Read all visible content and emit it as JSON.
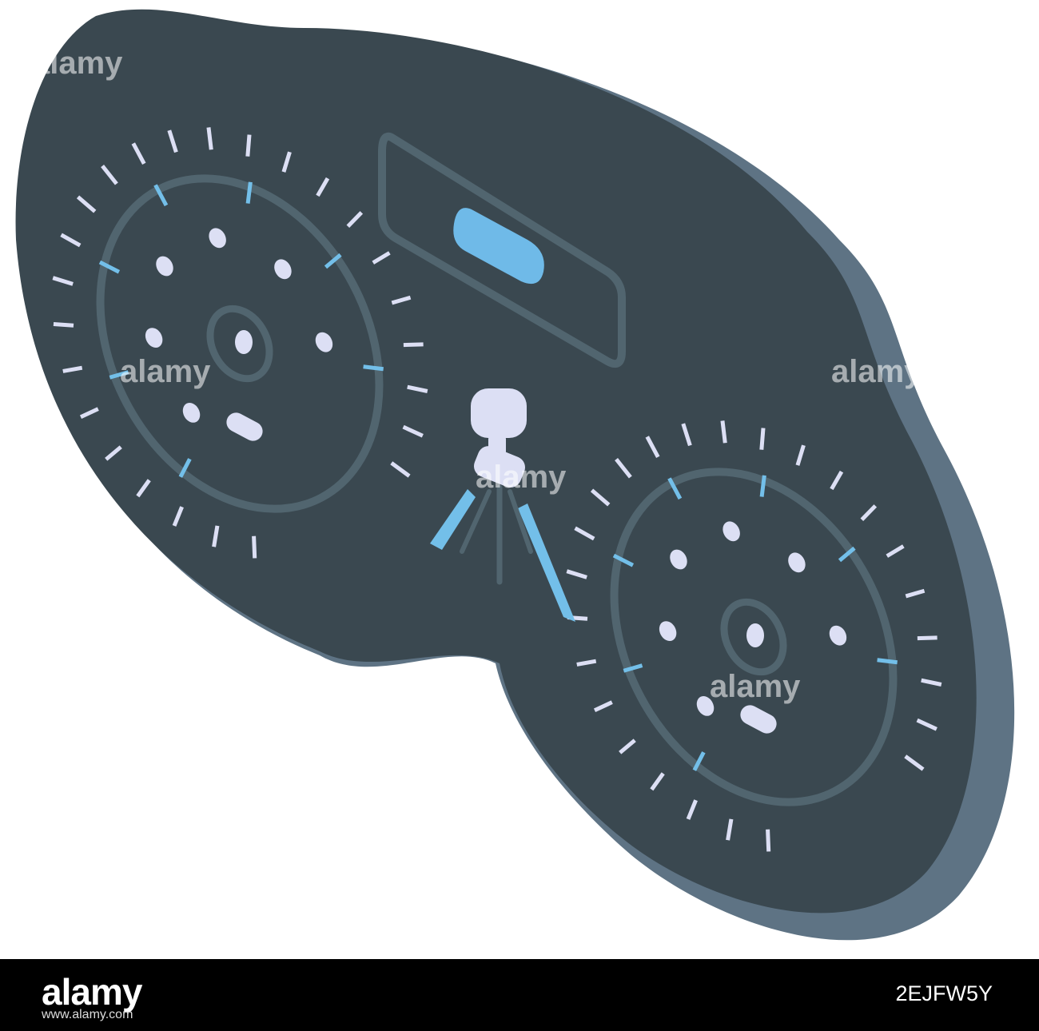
{
  "watermark": {
    "text": "alamy"
  },
  "footer": {
    "brand": "alamy",
    "image_id": "2EJFW5Y",
    "url": "www.alamy.com"
  },
  "icons": [
    "dashboard-panel-icon",
    "speedometer-icon",
    "tachometer-icon",
    "display-screen-icon",
    "tripod-camera-icon"
  ],
  "colors": {
    "panel_face": "#3a4850",
    "panel_edge": "#5e7384",
    "dial_ring": "#51656f",
    "tick_white": "#dcdff4",
    "tick_blue": "#73bfe9",
    "screen_light": "#6fbae8"
  }
}
